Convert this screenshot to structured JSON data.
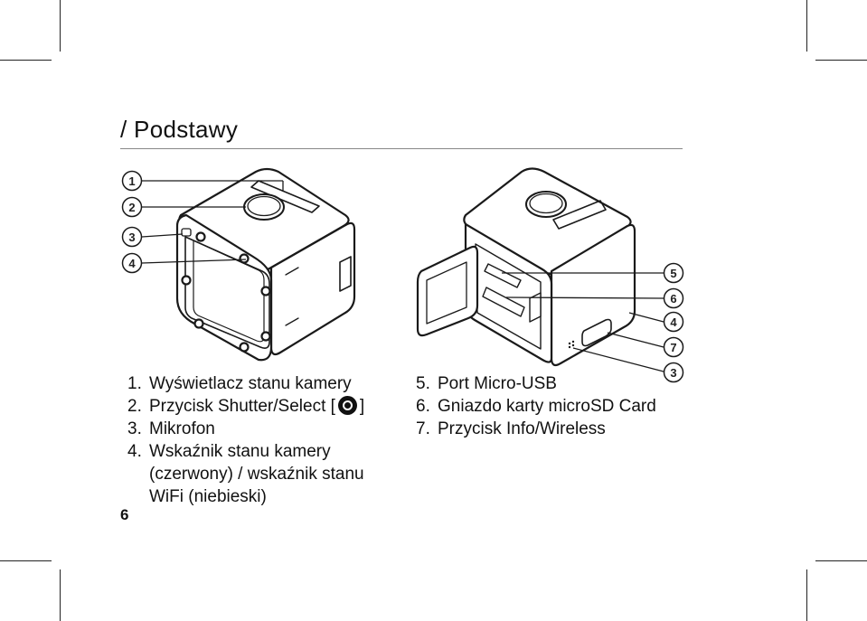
{
  "header": {
    "title": "/ Podstawy"
  },
  "callouts_left": [
    "1",
    "2",
    "3",
    "4"
  ],
  "callouts_right": [
    "5",
    "6",
    "4",
    "7",
    "3"
  ],
  "list_left": [
    {
      "num": "1.",
      "text": "Wyświetlacz stanu kamery"
    },
    {
      "num": "2.",
      "text": "Przycisk Shutter/Select [",
      "after": "]",
      "icon": "shutter-button-icon"
    },
    {
      "num": "3.",
      "text": "Mikrofon"
    },
    {
      "num": "4.",
      "text": "Wskaźnik stanu kamery",
      "cont": [
        "(czerwony) / wskaźnik stanu",
        "WiFi (niebieski)"
      ]
    }
  ],
  "list_right": [
    {
      "num": "5.",
      "text": "Port Micro-USB"
    },
    {
      "num": "6.",
      "text": "Gniazdo karty microSD Card"
    },
    {
      "num": "7.",
      "text": "Przycisk Info/Wireless"
    }
  ],
  "footer": {
    "page_number": "6"
  }
}
